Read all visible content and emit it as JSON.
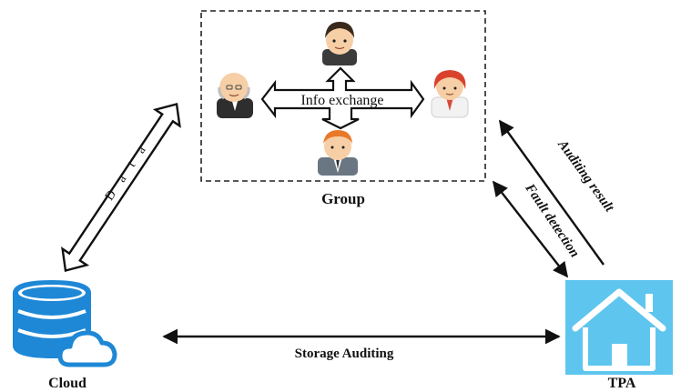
{
  "diagram": {
    "group_label": "Group",
    "info_exchange_label": "Info exchange",
    "data_label": "Data",
    "auditing_result_label": "Auditing result",
    "fault_detection_label": "Fault detection",
    "storage_auditing_label": "Storage Auditing",
    "cloud_label": "Cloud",
    "tpa_label": "TPA",
    "colors": {
      "cloud_icon": "#1e88d6",
      "tpa_bg": "#5ec6ee",
      "arrow": "#111111",
      "skin": "#f7cfa6",
      "hair_dark": "#3a2a1c",
      "hair_red": "#d9432e",
      "hair_orange": "#e8792b"
    },
    "icons": {
      "group_user_top": "man-dark-hair-icon",
      "group_user_left": "bald-old-man-icon",
      "group_user_right": "red-hair-woman-icon",
      "group_user_bottom": "orange-hair-man-icon",
      "cloud": "database-cloud-icon",
      "tpa": "house-icon"
    }
  }
}
